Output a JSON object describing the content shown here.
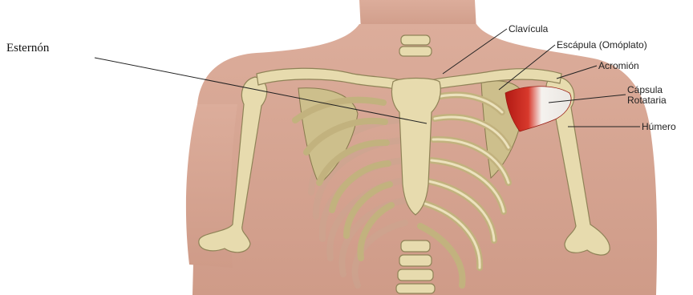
{
  "labels": {
    "esternon": "Esternón",
    "clavicula": "Clavícula",
    "escapula": "Escápula (Omóplato)",
    "acromion": "Acromión",
    "capsula_line1": "Cápsula",
    "capsula_line2": "Rotataria",
    "humero": "Húmero"
  },
  "colors": {
    "skin": "#d4a08e",
    "bone": "#e7dbae",
    "cartilage": "#b8a97a",
    "muscle": "#c8261e",
    "tendon": "#f2f0ec"
  }
}
